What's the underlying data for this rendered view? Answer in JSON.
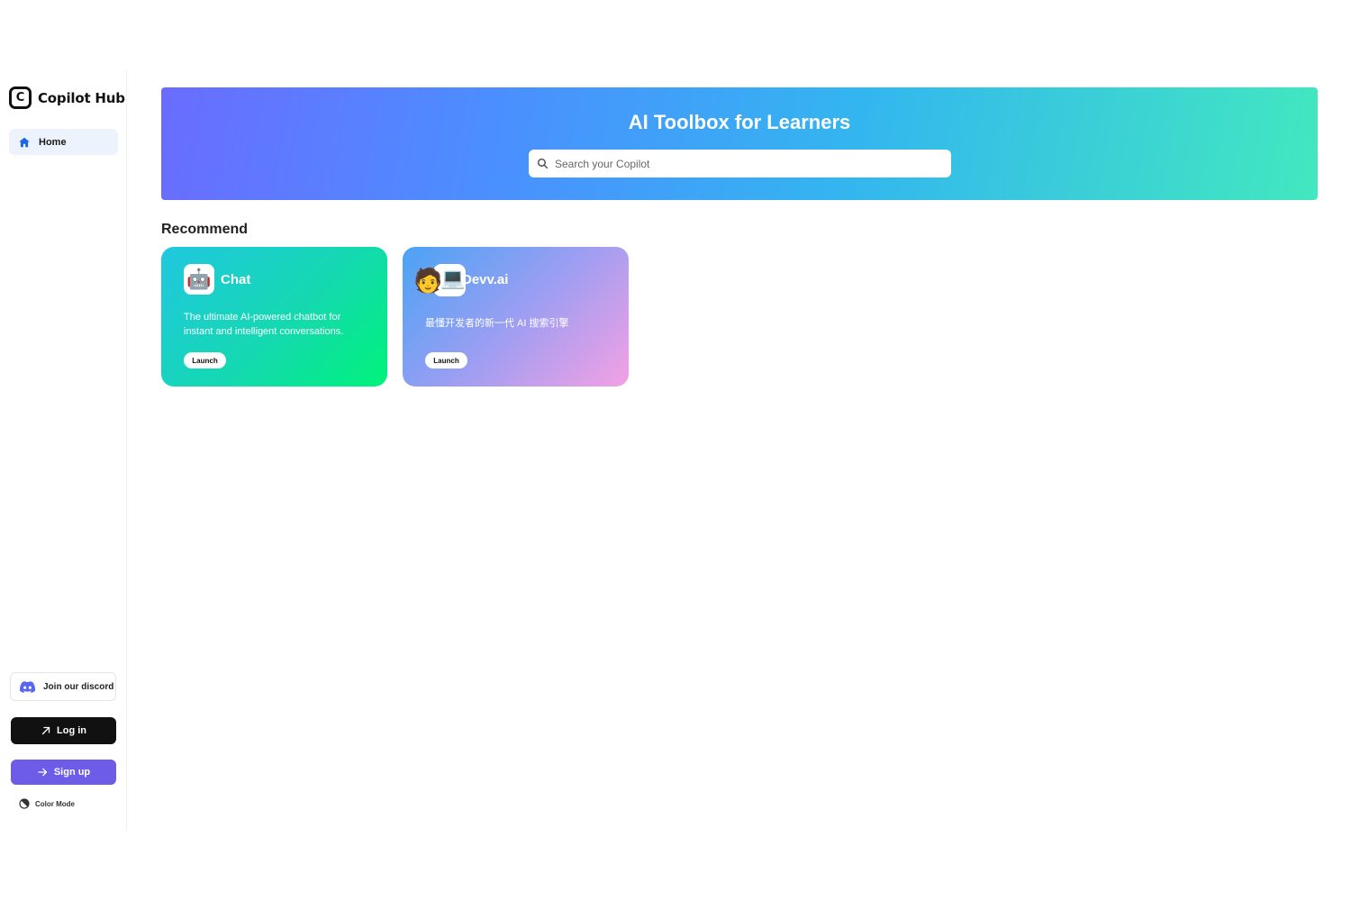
{
  "sidebar": {
    "logo_text": "Copilot Hub",
    "logo_mark": "C",
    "nav": [
      {
        "label": "Home",
        "icon": "home-icon",
        "active": true
      }
    ],
    "discord_label": "Join our discord",
    "login_label": "Log in",
    "signup_label": "Sign up",
    "color_mode_label": "Color Mode"
  },
  "hero": {
    "title": "AI Toolbox for Learners",
    "search_placeholder": "Search your Copilot"
  },
  "section_title": "Recommend",
  "cards": [
    {
      "title": "Chat",
      "icon": "🤖",
      "description": "The ultimate AI-powered chatbot for instant and intelligent conversations.",
      "button": "Launch"
    },
    {
      "title": "Devv.ai",
      "icon_person": "🧑",
      "icon_laptop": "💻",
      "description": "最懂开发者的新一代 AI 搜索引擎",
      "button": "Launch"
    }
  ],
  "colors": {
    "accent": "#6c5ce7",
    "nav_active_bg": "#edf3fd",
    "home_icon": "#1a66e5",
    "discord": "#5865f2"
  }
}
